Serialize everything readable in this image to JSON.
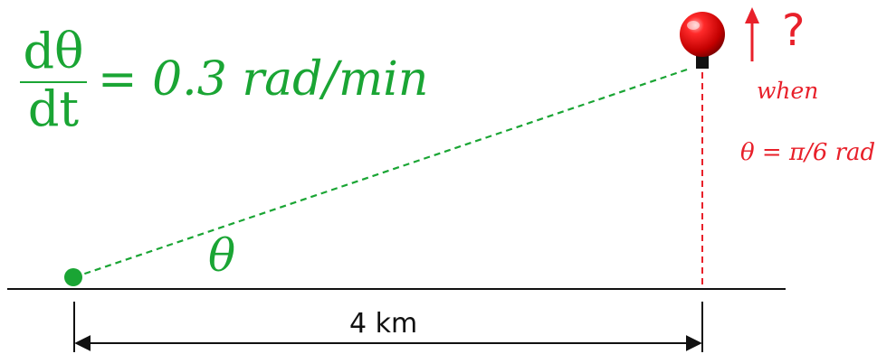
{
  "rate": {
    "numerator": "dθ",
    "denominator": "dt",
    "rest": "= 0.3 rad/min"
  },
  "angle_label": "θ",
  "question_mark": "?",
  "condition": {
    "when": "when",
    "value": "θ = π/6 rad"
  },
  "distance_label": "4 km",
  "colors": {
    "green": "#1aa534",
    "red": "#e8202a",
    "ground": "#111111"
  },
  "icons": {
    "observer": "green-dot-icon",
    "balloon": "red-ball-icon",
    "up_arrow": "arrow-up-icon"
  }
}
